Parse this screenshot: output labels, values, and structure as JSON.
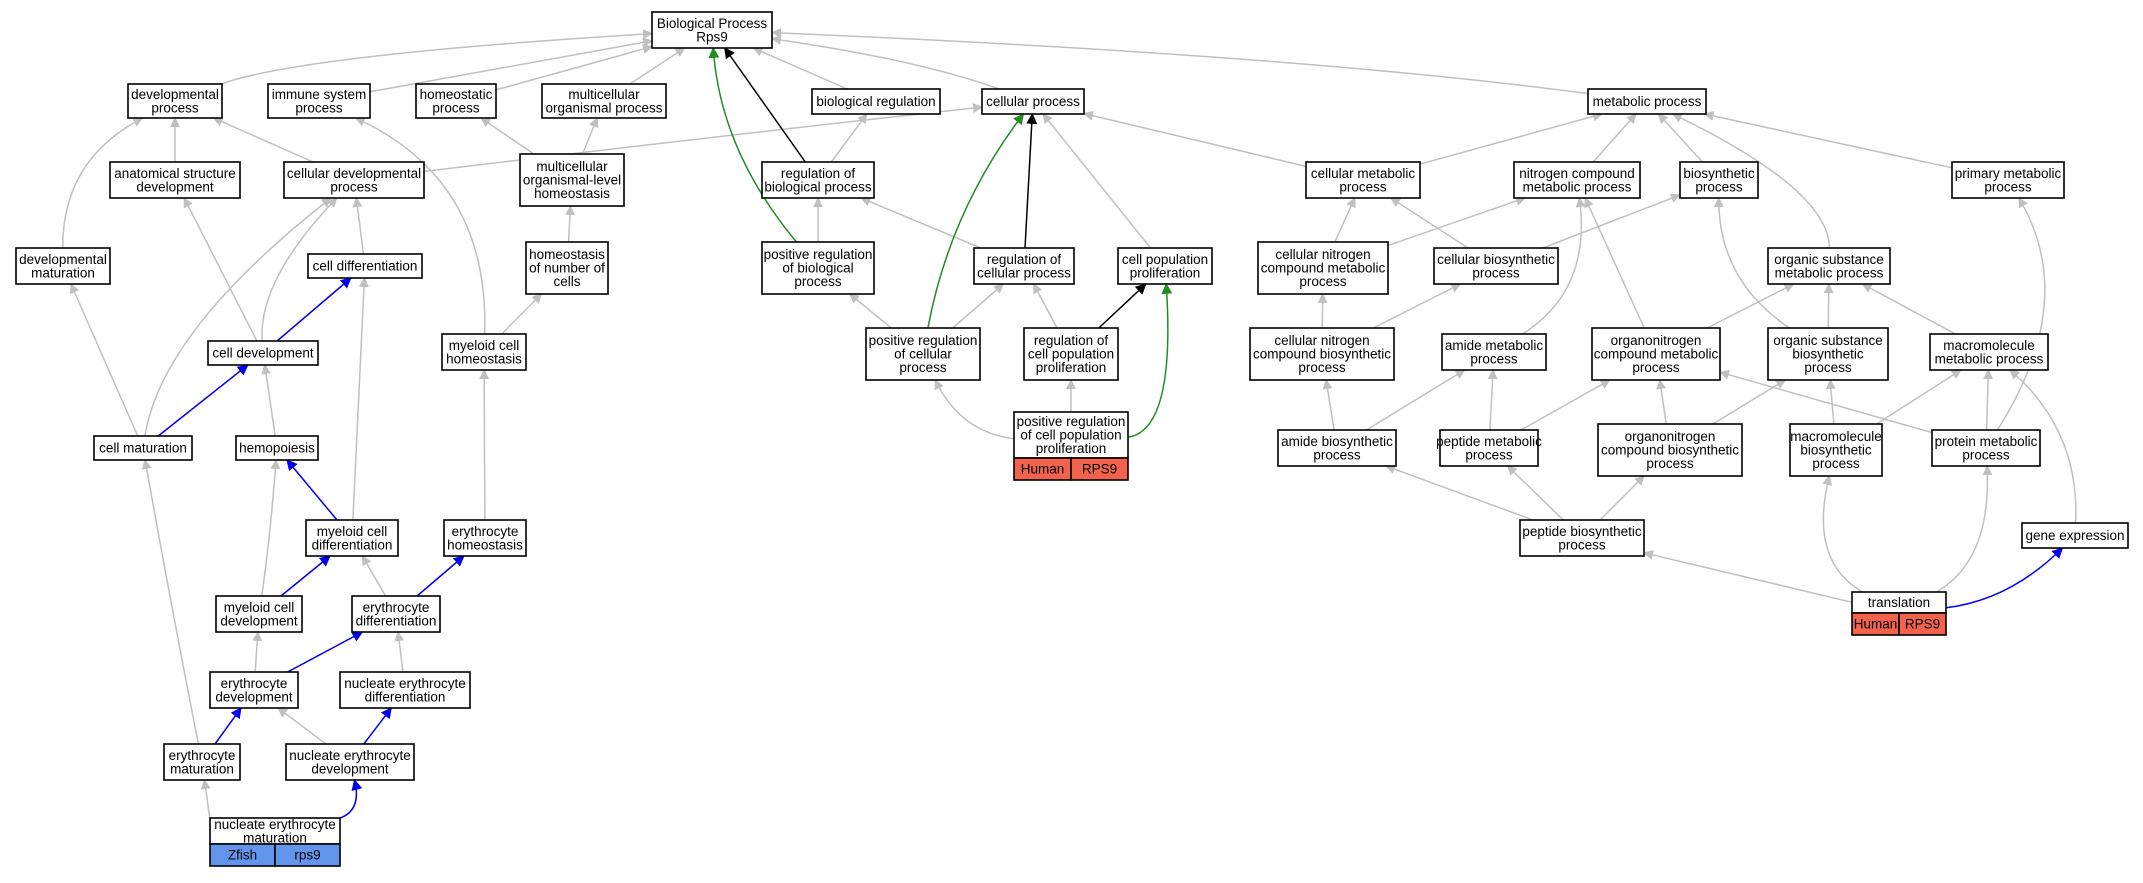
{
  "colors": {
    "edge_default": "#c0c0c0",
    "edge_black": "#000000",
    "edge_blue": "#0000ee",
    "edge_green": "#228b22",
    "tag_human": "#f2624c",
    "tag_zfish": "#6495ed"
  },
  "nodes": {
    "bp": [
      "Biological Process",
      "Rps9"
    ],
    "dev_proc": [
      "developmental",
      "process"
    ],
    "imm_sys": [
      "immune system",
      "process"
    ],
    "homeo_proc": [
      "homeostatic",
      "process"
    ],
    "multi_org": [
      "multicellular",
      "organismal process"
    ],
    "bio_reg": [
      "biological regulation"
    ],
    "cell_proc": [
      "cellular process"
    ],
    "metab_proc": [
      "metabolic process"
    ],
    "anat_dev": [
      "anatomical structure",
      "development"
    ],
    "cell_dev_proc": [
      "cellular developmental",
      "process"
    ],
    "multi_homeo": [
      "multicellular",
      "organismal-level",
      "homeostasis"
    ],
    "reg_bio": [
      "regulation of",
      "biological process"
    ],
    "cell_metab": [
      "cellular metabolic",
      "process"
    ],
    "nitro_metab": [
      "nitrogen compound",
      "metabolic process"
    ],
    "biosyn_proc": [
      "biosynthetic",
      "process"
    ],
    "prim_metab": [
      "primary metabolic",
      "process"
    ],
    "dev_mat": [
      "developmental",
      "maturation"
    ],
    "cell_diff": [
      "cell differentiation"
    ],
    "homeo_cells": [
      "homeostasis",
      "of number of",
      "cells"
    ],
    "pos_reg_bio": [
      "positive regulation",
      "of biological",
      "process"
    ],
    "reg_cell": [
      "regulation of",
      "cellular process"
    ],
    "cell_pop": [
      "cell population",
      "proliferation"
    ],
    "cell_nitro_metab": [
      "cellular nitrogen",
      "compound metabolic",
      "process"
    ],
    "cell_biosyn": [
      "cellular biosynthetic",
      "process"
    ],
    "org_sub_metab": [
      "organic substance",
      "metabolic process"
    ],
    "cell_development": [
      "cell development"
    ],
    "myeloid_homeo": [
      "myeloid cell",
      "homeostasis"
    ],
    "pos_reg_cell": [
      "positive regulation",
      "of cellular",
      "process"
    ],
    "reg_cell_pop": [
      "regulation of",
      "cell population",
      "proliferation"
    ],
    "cell_nitro_biosyn": [
      "cellular nitrogen",
      "compound biosynthetic",
      "process"
    ],
    "amide_metab": [
      "amide metabolic",
      "process"
    ],
    "organo_metab": [
      "organonitrogen",
      "compound metabolic",
      "process"
    ],
    "org_sub_biosyn": [
      "organic substance",
      "biosynthetic",
      "process"
    ],
    "macro_metab": [
      "macromolecule",
      "metabolic process"
    ],
    "cell_mat": [
      "cell maturation"
    ],
    "hemopoiesis": [
      "hemopoiesis"
    ],
    "pos_reg_cell_pop": [
      "positive regulation",
      "of cell population",
      "proliferation"
    ],
    "amide_biosyn": [
      "amide biosynthetic",
      "process"
    ],
    "peptide_metab": [
      "peptide metabolic",
      "process"
    ],
    "organo_biosyn": [
      "organonitrogen",
      "compound biosynthetic",
      "process"
    ],
    "macro_biosyn": [
      "macromolecule",
      "biosynthetic",
      "process"
    ],
    "protein_metab": [
      "protein metabolic",
      "process"
    ],
    "myeloid_diff": [
      "myeloid cell",
      "differentiation"
    ],
    "ery_homeo": [
      "erythrocyte",
      "homeostasis"
    ],
    "peptide_biosyn": [
      "peptide biosynthetic",
      "process"
    ],
    "gene_expr": [
      "gene expression"
    ],
    "myeloid_dev": [
      "myeloid cell",
      "development"
    ],
    "ery_diff": [
      "erythrocyte",
      "differentiation"
    ],
    "translation": [
      "translation"
    ],
    "ery_dev": [
      "erythrocyte",
      "development"
    ],
    "nuc_ery_diff": [
      "nucleate erythrocyte",
      "differentiation"
    ],
    "ery_mat": [
      "erythrocyte",
      "maturation"
    ],
    "nuc_ery_dev": [
      "nucleate erythrocyte",
      "development"
    ],
    "nuc_ery_mat": [
      "nucleate erythrocyte",
      "maturation"
    ]
  },
  "annotations": {
    "pos_reg_cell_pop": {
      "species": "Human",
      "gene": "RPS9"
    },
    "translation": {
      "species": "Human",
      "gene": "RPS9"
    },
    "nuc_ery_mat": {
      "species": "Zfish",
      "gene": "rps9"
    }
  }
}
